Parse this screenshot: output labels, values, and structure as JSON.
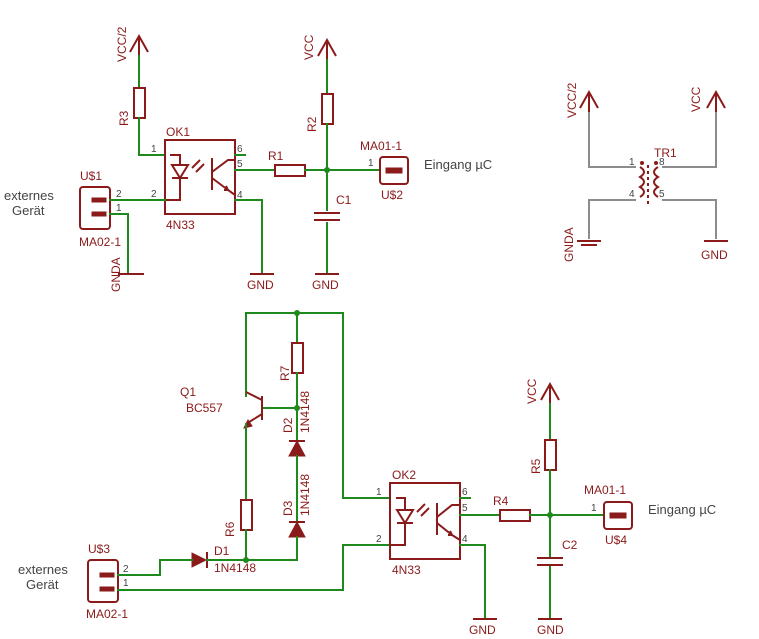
{
  "schematic": {
    "top_block": {
      "opto": {
        "name": "OK1",
        "value": "4N33",
        "pins": [
          "1",
          "2",
          "4",
          "5",
          "6"
        ]
      },
      "resistors": {
        "r1": "R1",
        "r2": "R2",
        "r3": "R3"
      },
      "capacitor": "C1",
      "supplies": {
        "vcc_half": "VCC/2",
        "vcc": "VCC",
        "gnda": "GNDA",
        "gnd_left": "GND",
        "gnd_right": "GND"
      },
      "input_connector": {
        "name": "U$1",
        "value": "MA02-1",
        "pins": [
          "2",
          "1"
        ],
        "label_line1": "externes",
        "label_line2": "Gerät"
      },
      "output_connector": {
        "name": "U$2",
        "value": "MA01-1",
        "pin": "1",
        "label": "Eingang µC"
      }
    },
    "transformer": {
      "name": "TR1",
      "pins": [
        "1",
        "8",
        "4",
        "5"
      ],
      "supplies": {
        "vcc_half": "VCC/2",
        "vcc": "VCC",
        "gnda": "GNDA",
        "gnd": "GND"
      }
    },
    "bottom_block": {
      "opto": {
        "name": "OK2",
        "value": "4N33",
        "pins": [
          "1",
          "2",
          "4",
          "5",
          "6"
        ]
      },
      "transistor": {
        "name": "Q1",
        "value": "BC557"
      },
      "resistors": {
        "r4": "R4",
        "r5": "R5",
        "r6": "R6",
        "r7": "R7"
      },
      "diodes": {
        "d1": {
          "name": "D1",
          "value": "1N4148"
        },
        "d2": {
          "name": "D2",
          "value": "1N4148"
        },
        "d3": {
          "name": "D3",
          "value": "1N4148"
        }
      },
      "capacitor": "C2",
      "supplies": {
        "vcc": "VCC",
        "gnd_left": "GND",
        "gnd_right": "GND"
      },
      "input_connector": {
        "name": "U$3",
        "value": "MA02-1",
        "pins": [
          "2",
          "1"
        ],
        "label_line1": "externes",
        "label_line2": "Gerät"
      },
      "output_connector": {
        "name": "U$4",
        "value": "MA01-1",
        "pin": "1",
        "label": "Eingang µC"
      }
    }
  }
}
